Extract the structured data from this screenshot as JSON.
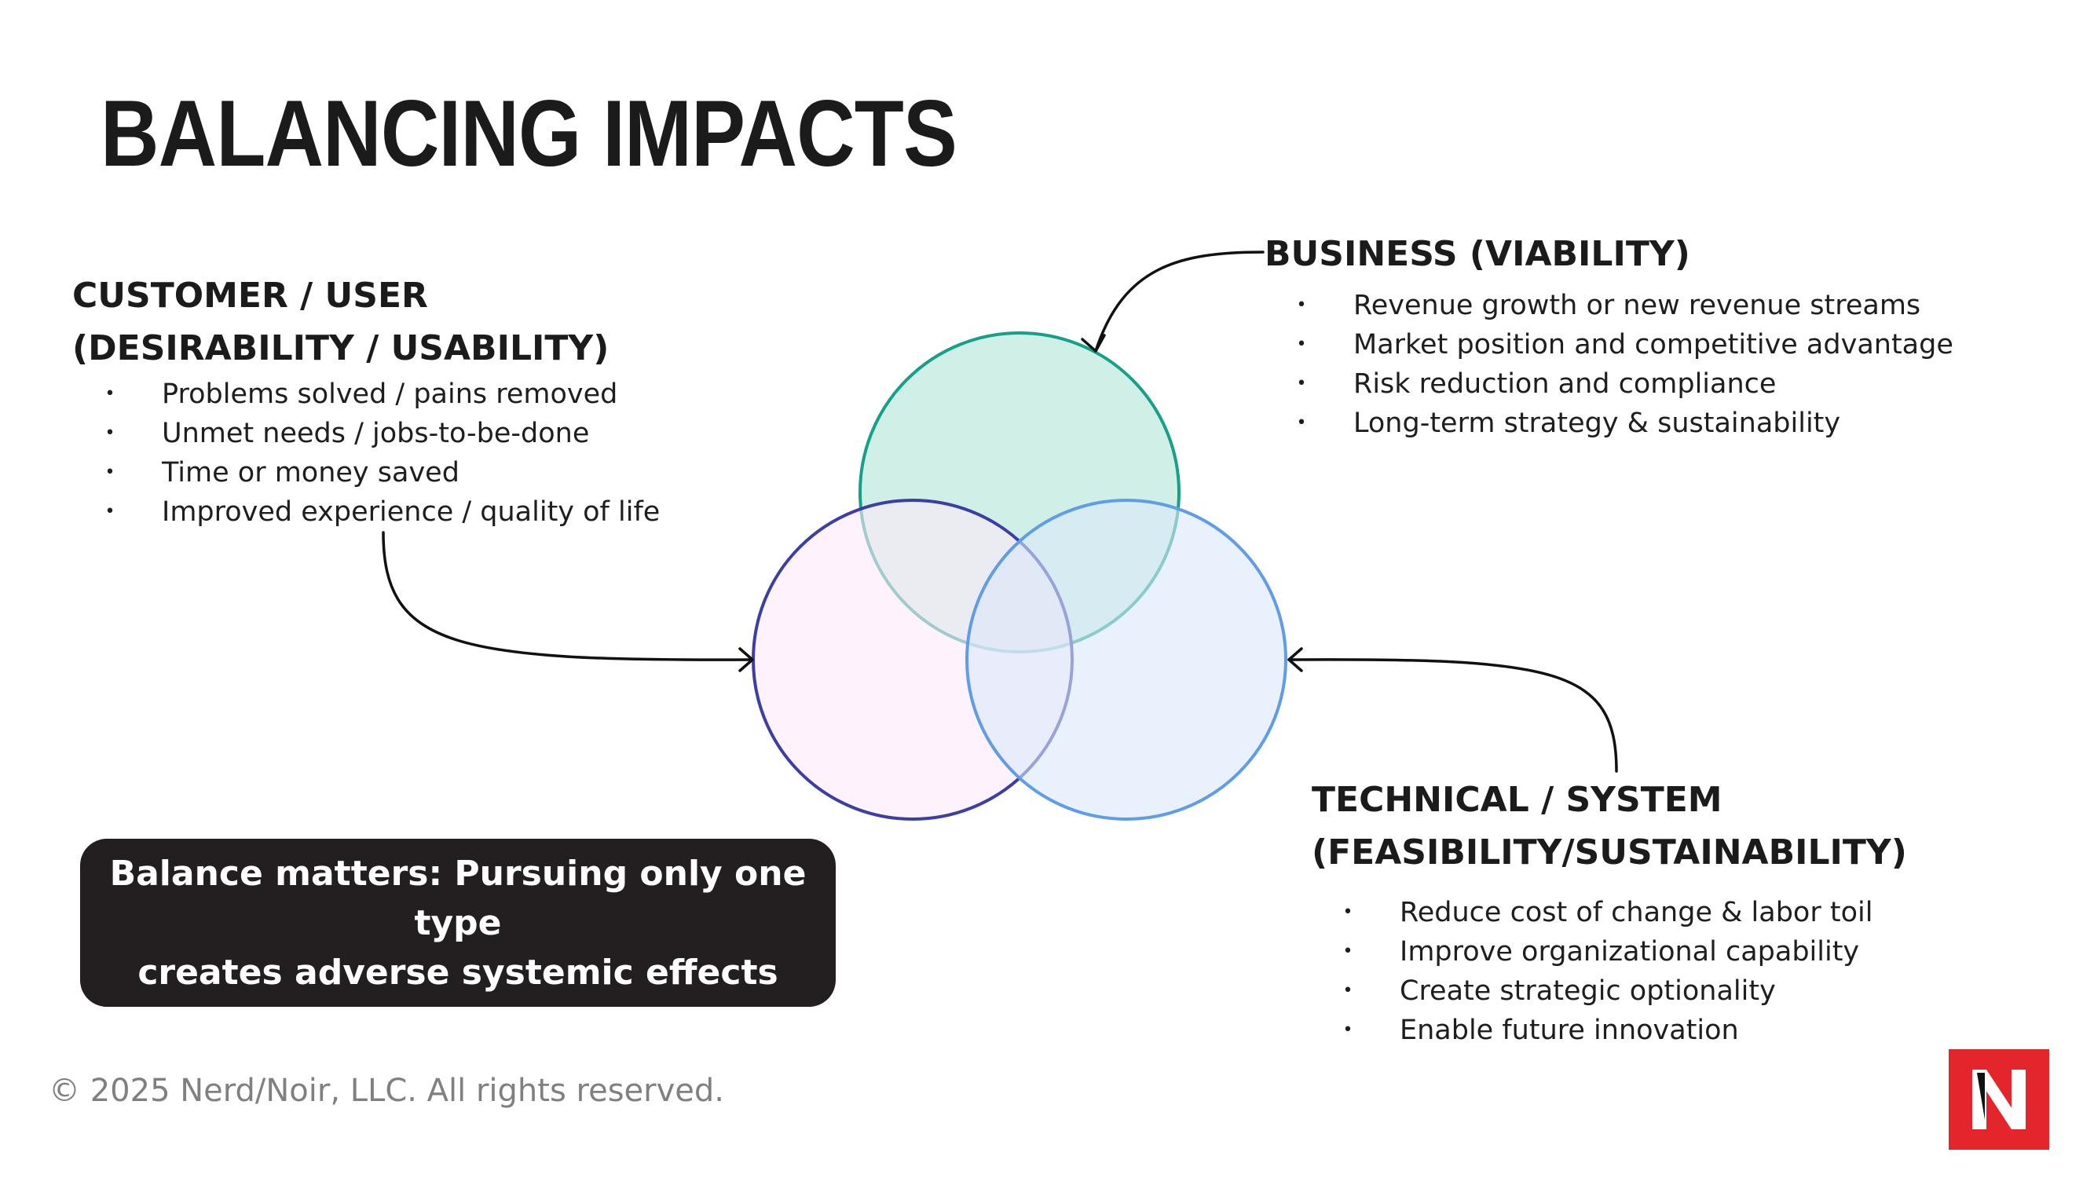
{
  "title": "BALANCING IMPACTS",
  "groups": {
    "customer": {
      "heading_line1": "CUSTOMER / USER",
      "heading_line2": "(DESIRABILITY / USABILITY)",
      "items": [
        "Problems solved / pains removed",
        "Unmet needs / jobs-to-be-done",
        "Time or money saved",
        "Improved experience / quality of life"
      ]
    },
    "business": {
      "heading": "BUSINESS (VIABILITY)",
      "items": [
        "Revenue growth or new revenue streams",
        "Market position and competitive advantage",
        "Risk reduction and compliance",
        "Long-term strategy & sustainability"
      ]
    },
    "technical": {
      "heading_line1": "TECHNICAL / SYSTEM",
      "heading_line2": "(FEASIBILITY/SUSTAINABILITY)",
      "items": [
        "Reduce cost of change & labor toil",
        "Improve organizational capability",
        "Create strategic optionality",
        "Enable future innovation"
      ]
    }
  },
  "callout": "Balance matters: Pursuing only one type\ncreates adverse systemic effects",
  "copyright": "© 2025 Nerd/Noir, LLC. All rights reserved.",
  "logo": {
    "icon": "nerd-noir-n-logo",
    "letter": "N"
  },
  "colors": {
    "business_circle_stroke": "#15a08a",
    "business_circle_fill": "#cdeee6",
    "customer_circle_stroke": "#3b3ea6",
    "customer_circle_fill": "#fdeafa",
    "technical_circle_stroke": "#5f9de8",
    "technical_circle_fill": "#dbe8fa",
    "callout_background": "#231f20",
    "logo_background": "#e3262b"
  }
}
